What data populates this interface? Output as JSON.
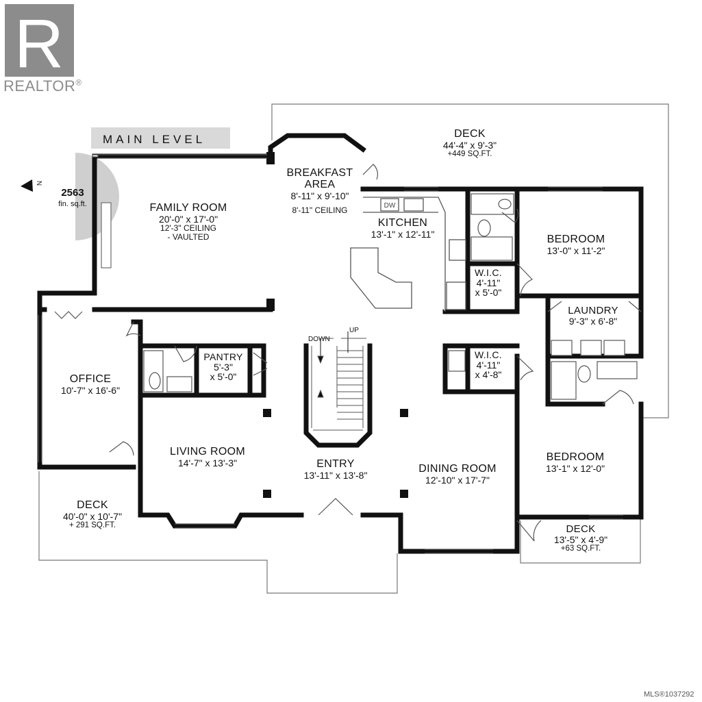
{
  "branding": {
    "logo_letter": "R",
    "logo_text": "REALTOR",
    "logo_mark": "®",
    "brand_color": "#8c8c8c"
  },
  "level_label": "MAIN LEVEL",
  "compass": {
    "north": "N",
    "area_value": "2563",
    "area_unit": "fin. sq.ft."
  },
  "rooms": {
    "deck_back": {
      "name": "DECK",
      "dims": "44'-4\" x 9'-3\"",
      "sqft": "+449 SQ.FT."
    },
    "breakfast": {
      "name1": "BREAKFAST",
      "name2": "AREA",
      "dims": "8'-11\" x 9'-10\"",
      "ceiling": "8'-11\" CEILING"
    },
    "family": {
      "name": "FAMILY ROOM",
      "dims": "20'-0\" x 17'-0\"",
      "ceiling1": "12'-3\" CEILING",
      "ceiling2": "- VAULTED"
    },
    "kitchen": {
      "name": "KITCHEN",
      "dims": "13'-1\" x 12'-11\"",
      "dw": "DW"
    },
    "bedroom1": {
      "name": "BEDROOM",
      "dims": "13'-0\" x 11'-2\""
    },
    "wic1": {
      "name": "W.I.C.",
      "dims1": "4'-11\"",
      "dims2": "x 5'-0\""
    },
    "laundry": {
      "name": "LAUNDRY",
      "dims": "9'-3\" x 6'-8\""
    },
    "office": {
      "name": "OFFICE",
      "dims": "10'-7\" x 16'-6\""
    },
    "pantry": {
      "name": "PANTRY",
      "dims1": "5'-3\"",
      "dims2": "x 5'-0\""
    },
    "stairs": {
      "down": "DOWN",
      "up": "UP"
    },
    "wic2": {
      "name": "W.I.C.",
      "dims1": "4'-11\"",
      "dims2": "x 4'-8\""
    },
    "living": {
      "name": "LIVING ROOM",
      "dims": "14'-7\" x 13'-3\""
    },
    "entry": {
      "name": "ENTRY",
      "dims": "13'-11\" x 13'-8\""
    },
    "dining": {
      "name": "DINING ROOM",
      "dims": "12'-10\" x 17'-7\""
    },
    "bedroom2": {
      "name": "BEDROOM",
      "dims": "13'-1\" x 12'-0\""
    },
    "deck_front_left": {
      "name": "DECK",
      "dims": "40'-0\" x 10'-7\"",
      "sqft": "+ 291 SQ.FT."
    },
    "deck_front_right": {
      "name": "DECK",
      "dims": "13'-5\" x 4'-9\"",
      "sqft": "+63 SQ.FT."
    }
  },
  "footer": {
    "mls": "MLS®1037292"
  }
}
